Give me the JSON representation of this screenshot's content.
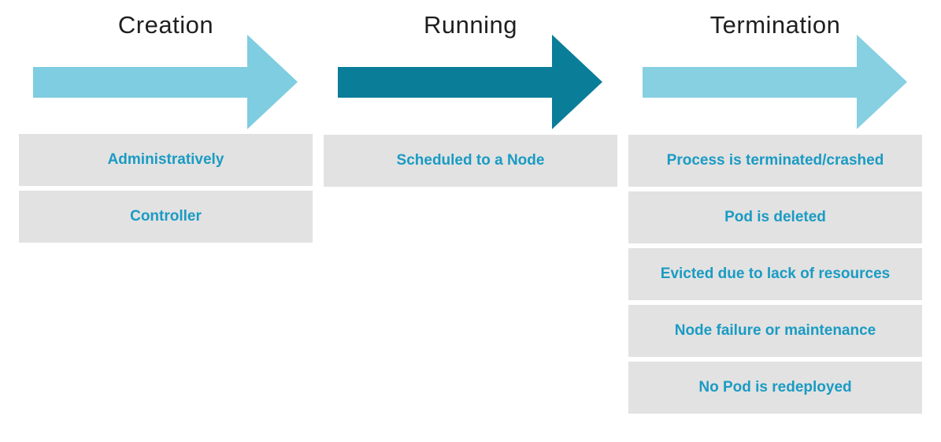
{
  "stages": [
    {
      "title": "Creation",
      "arrow_color": "#7fcde0",
      "steps": [
        "Administratively",
        "Controller"
      ]
    },
    {
      "title": "Running",
      "arrow_color": "#0a7d99",
      "steps": [
        "Scheduled to a Node"
      ]
    },
    {
      "title": "Termination",
      "arrow_color": "#86d0e2",
      "steps": [
        "Process is terminated/crashed",
        "Pod is deleted",
        "Evicted due to lack of resources",
        "Node failure or maintenance",
        "No Pod is redeployed"
      ]
    }
  ],
  "colors": {
    "step_box_background": "#e2e2e2",
    "step_text": "#1a9bc3",
    "title_text": "#1f1f1f"
  }
}
